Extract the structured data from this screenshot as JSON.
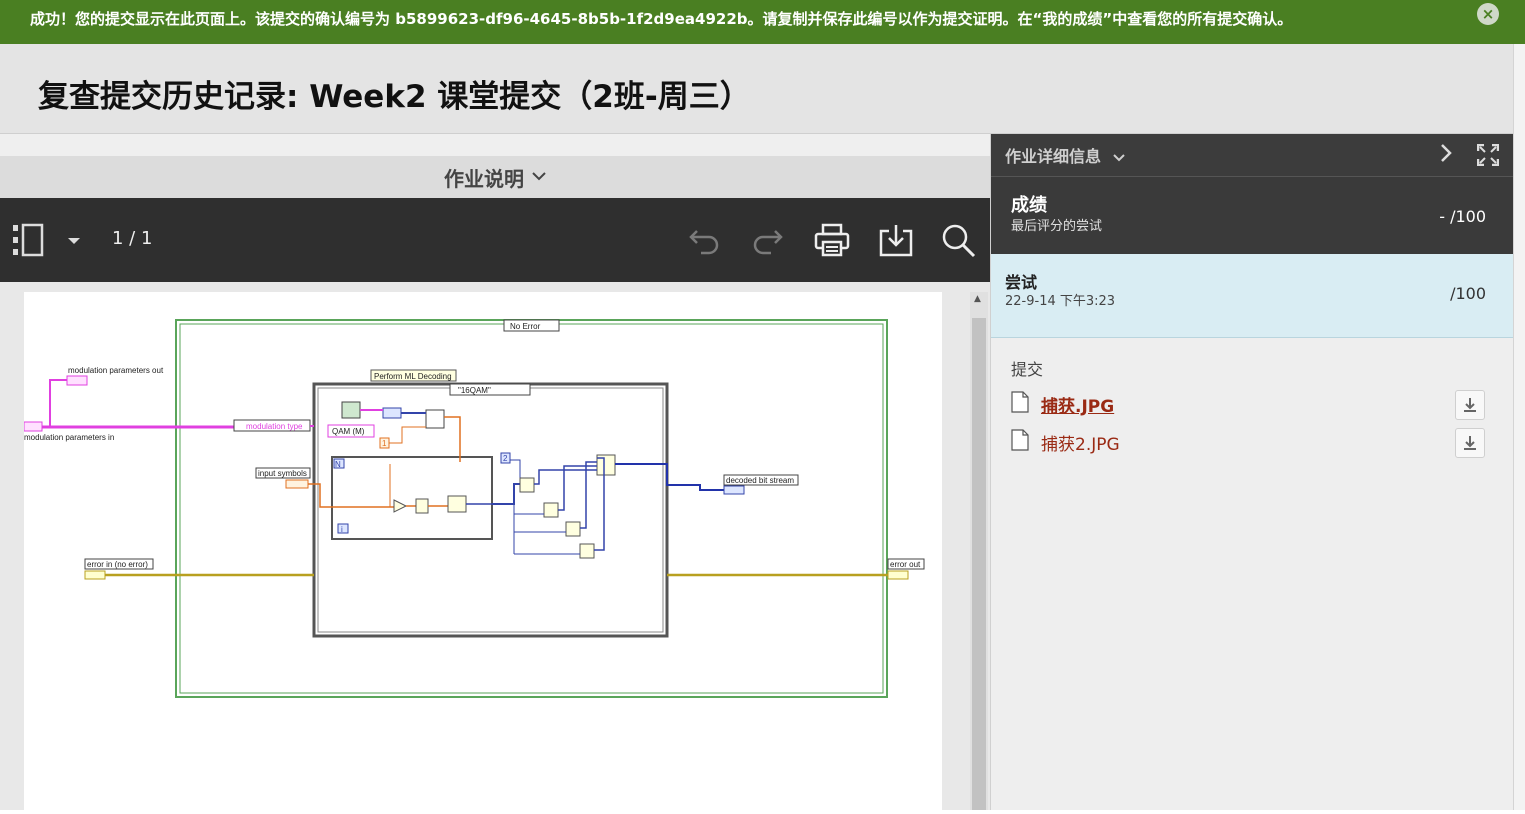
{
  "banner": {
    "message": "成功！您的提交显示在此页面上。该提交的确认编号为 b5899623-df96-4645-8b5b-1f2d9ea4922b。请复制并保存此编号以作为提交证明。在“我的成绩”中查看您的所有提交确认。",
    "close_icon": "×"
  },
  "page": {
    "title": "复查提交历史记录: Week2 课堂提交（2班-周三）"
  },
  "instructions": {
    "label": "作业说明"
  },
  "viewer": {
    "page_count": "1 / 1"
  },
  "diagram": {
    "no_error": "No Error",
    "perform": "Perform ML Decoding",
    "case": "\"16QAM\"",
    "mod_out": "modulation parameters out",
    "mod_in": "modulation parameters in",
    "mod_type": "modulation type",
    "qam": "QAM (M)",
    "input_symbols": "input symbols",
    "decoded": "decoded bit stream",
    "err_in": "error in (no error)",
    "err_out": "error out",
    "n": "N",
    "i": "i",
    "one": "1",
    "two": "2"
  },
  "details": {
    "header": "作业详细信息",
    "grade_title": "成绩",
    "grade_sub": "最后评分的尝试",
    "grade_score": "- /100",
    "attempt_title": "尝试",
    "attempt_time": "22-9-14 下午3:23",
    "attempt_score": "/100",
    "submission_label": "提交",
    "files": [
      "捕获.JPG",
      "捕获2.JPG"
    ]
  },
  "colors": {
    "banner": "#4a7f22",
    "panel_dark": "#3a3a3a",
    "attempt_bg": "#d9edf3",
    "file_link": "#9a2a14"
  }
}
